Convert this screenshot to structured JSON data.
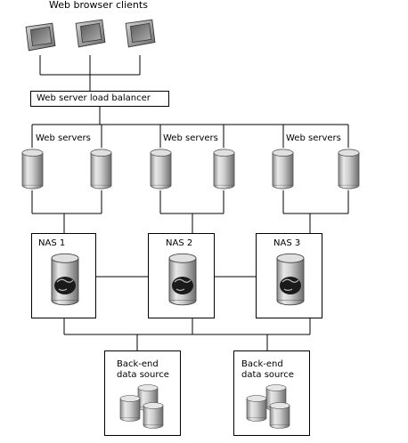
{
  "clients_title": "Web browser clients",
  "load_balancer_label": "Web server load balancer",
  "web_server_groups": [
    {
      "label": "Web servers"
    },
    {
      "label": "Web servers"
    },
    {
      "label": "Web servers"
    }
  ],
  "nas_nodes": [
    {
      "label": "NAS 1"
    },
    {
      "label": "NAS 2"
    },
    {
      "label": "NAS 3"
    }
  ],
  "backend_sources": [
    {
      "label_line1": "Back-end",
      "label_line2": "data source"
    },
    {
      "label_line1": "Back-end",
      "label_line2": "data source"
    }
  ],
  "icons": {
    "client": "monitor-icon",
    "server": "server-cylinder-icon",
    "nas": "globe-storage-icon",
    "database": "database-stack-icon"
  }
}
